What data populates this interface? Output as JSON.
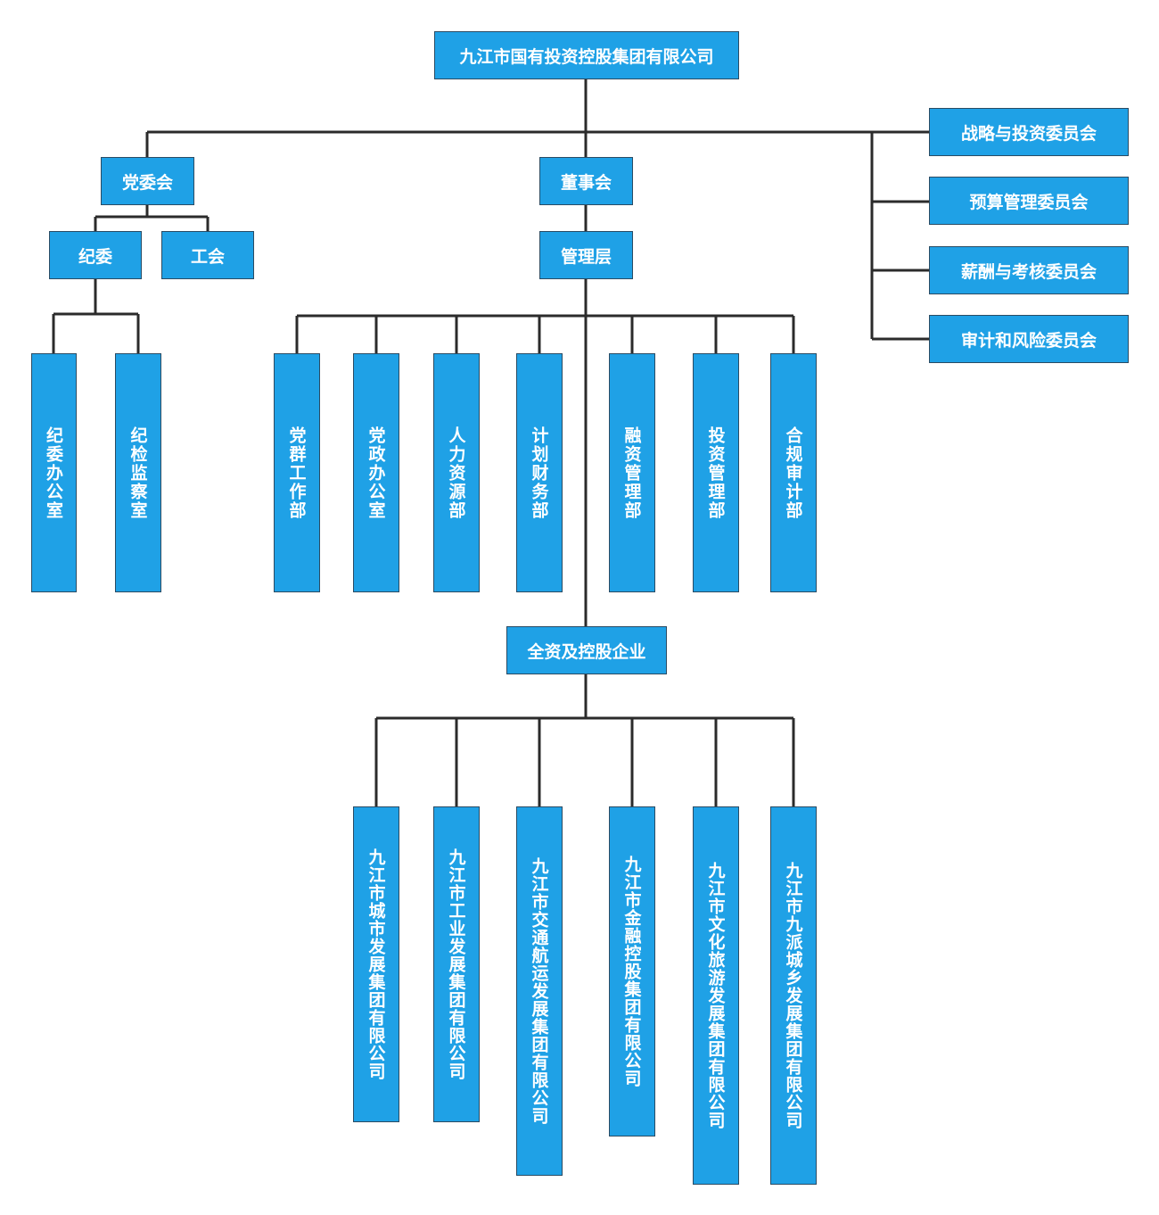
{
  "nodes": {
    "root": "九江市国有投资控股集团有限公司",
    "party": "党委会",
    "board": "董事会",
    "discipline": "纪委",
    "union": "工会",
    "management": "管理层",
    "committees": [
      "战略与投资委员会",
      "预算管理委员会",
      "薪酬与考核委员会",
      "审计和风险委员会"
    ],
    "discipline_offices": [
      "纪委办公室",
      "纪检监察室"
    ],
    "departments": [
      "党群工作部",
      "党政办公室",
      "人力资源部",
      "计划财务部",
      "融资管理部",
      "投资管理部",
      "合规审计部"
    ],
    "holdings": "全资及控股企业",
    "subsidiaries": [
      "九江市城市发展集团有限公司",
      "九江市工业发展集团有限公司",
      "九江市交通航运发展集团有限公司",
      "九江市金融控股集团有限公司",
      "九江市文化旅游发展集团有限公司",
      "九江市九派城乡发展集团有限公司"
    ]
  },
  "colors": {
    "box_fill": "#1fa1e6",
    "box_text": "#ffffff",
    "line": "#2b2b2b"
  }
}
